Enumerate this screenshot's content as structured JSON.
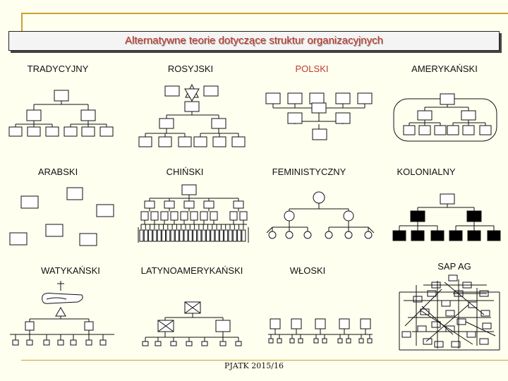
{
  "title": "Alternatywne teorie dotyczące struktur organizacyjnych",
  "footer": "PJATK 2015/16",
  "panels": [
    {
      "label": "TRADYCYJNY",
      "color": "#111111"
    },
    {
      "label": "ROSYJSKI",
      "color": "#111111"
    },
    {
      "label": "POLSKI",
      "color": "#c0392b"
    },
    {
      "label": "AMERYKAŃSKI",
      "color": "#111111"
    },
    {
      "label": "ARABSKI",
      "color": "#111111"
    },
    {
      "label": "CHIŃSKI",
      "color": "#111111"
    },
    {
      "label": "FEMINISTYCZNY",
      "color": "#111111"
    },
    {
      "label": "KOLONIALNY",
      "color": "#111111"
    },
    {
      "label": "WATYKAŃSKI",
      "color": "#111111"
    },
    {
      "label": "LATYNOAMERYKAŃSKI",
      "color": "#111111"
    },
    {
      "label": "WŁOSKI",
      "color": "#111111"
    },
    {
      "label": "SAP AG",
      "color": "#111111"
    }
  ],
  "colors": {
    "frame": "#c9a227",
    "title_text": "#c0392b",
    "line": "#111111",
    "fill_dark": "#000000"
  }
}
